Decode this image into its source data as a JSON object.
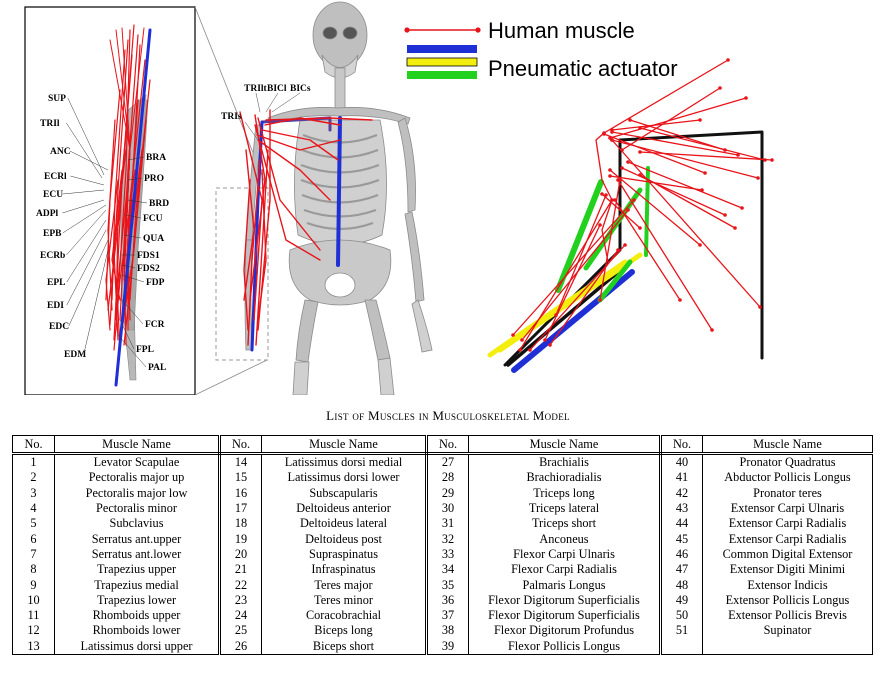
{
  "legend": {
    "human_muscle": "Human muscle",
    "pneumatic_actuator": "Pneumatic actuator",
    "colors": {
      "muscle": "#e8141a",
      "actuator_blue": "#1f2fd6",
      "actuator_yellow": "#f3ee0e",
      "actuator_green": "#22d11d"
    }
  },
  "inset_labels": [
    "SUP",
    "TRIl",
    "ANC",
    "ECRl",
    "ECU",
    "ADPl",
    "EPB",
    "ECRb",
    "EPL",
    "EDI",
    "EDC",
    "EDM",
    "BRA",
    "PRO",
    "BRD",
    "FCU",
    "QUA",
    "FDS1",
    "FDS2",
    "FDP",
    "FCR",
    "FPL",
    "PAL"
  ],
  "skeleton_labels": [
    "TRIs",
    "TRIlt",
    "BICl",
    "BICs"
  ],
  "table": {
    "caption": "List of Muscles in Musculoskeletal Model",
    "headers": {
      "no": "No.",
      "name": "Muscle Name"
    },
    "columns": [
      [
        [
          "1",
          "Levator Scapulae"
        ],
        [
          "2",
          "Pectoralis major up"
        ],
        [
          "3",
          "Pectoralis major low"
        ],
        [
          "4",
          "Pectoralis minor"
        ],
        [
          "5",
          "Subclavius"
        ],
        [
          "6",
          "Serratus ant.upper"
        ],
        [
          "7",
          "Serratus ant.lower"
        ],
        [
          "8",
          "Trapezius upper"
        ],
        [
          "9",
          "Trapezius medial"
        ],
        [
          "10",
          "Trapezius lower"
        ],
        [
          "11",
          "Rhomboids upper"
        ],
        [
          "12",
          "Rhomboids lower"
        ],
        [
          "13",
          "Latissimus dorsi upper"
        ]
      ],
      [
        [
          "14",
          "Latissimus dorsi medial"
        ],
        [
          "15",
          "Latissimus dorsi lower"
        ],
        [
          "16",
          "Subscapularis"
        ],
        [
          "17",
          "Deltoideus anterior"
        ],
        [
          "18",
          "Deltoideus lateral"
        ],
        [
          "19",
          "Deltoideus post"
        ],
        [
          "20",
          "Supraspinatus"
        ],
        [
          "21",
          "Infraspinatus"
        ],
        [
          "22",
          "Teres major"
        ],
        [
          "23",
          "Teres minor"
        ],
        [
          "24",
          "Coracobrachial"
        ],
        [
          "25",
          "Biceps long"
        ],
        [
          "26",
          "Biceps short"
        ]
      ],
      [
        [
          "27",
          "Brachialis"
        ],
        [
          "28",
          "Brachioradialis"
        ],
        [
          "29",
          "Triceps long"
        ],
        [
          "30",
          "Triceps lateral"
        ],
        [
          "31",
          "Triceps short"
        ],
        [
          "32",
          "Anconeus"
        ],
        [
          "33",
          "Flexor Carpi Ulnaris"
        ],
        [
          "34",
          "Flexor Carpi Radialis"
        ],
        [
          "35",
          "Palmaris Longus"
        ],
        [
          "36",
          "Flexor Digitorum Superficialis"
        ],
        [
          "37",
          "Flexor Digitorum Superficialis"
        ],
        [
          "38",
          "Flexor Digitorum Profundus"
        ],
        [
          "39",
          "Flexor Pollicis Longus"
        ]
      ],
      [
        [
          "40",
          "Pronator Quadratus"
        ],
        [
          "41",
          "Abductor Pollicis Longus"
        ],
        [
          "42",
          "Pronator teres"
        ],
        [
          "43",
          "Extensor Carpi Ulnaris"
        ],
        [
          "44",
          "Extensor Carpi Radialis"
        ],
        [
          "45",
          "Extensor Carpi Radialis"
        ],
        [
          "46",
          "Common Digital Extensor"
        ],
        [
          "47",
          "Extensor Digiti Minimi"
        ],
        [
          "48",
          "Extensor Indicis"
        ],
        [
          "49",
          "Extensor Pollicis Longus"
        ],
        [
          "50",
          "Extensor Pollicis Brevis"
        ],
        [
          "51",
          "Supinator"
        ],
        [
          "",
          ""
        ]
      ]
    ]
  }
}
